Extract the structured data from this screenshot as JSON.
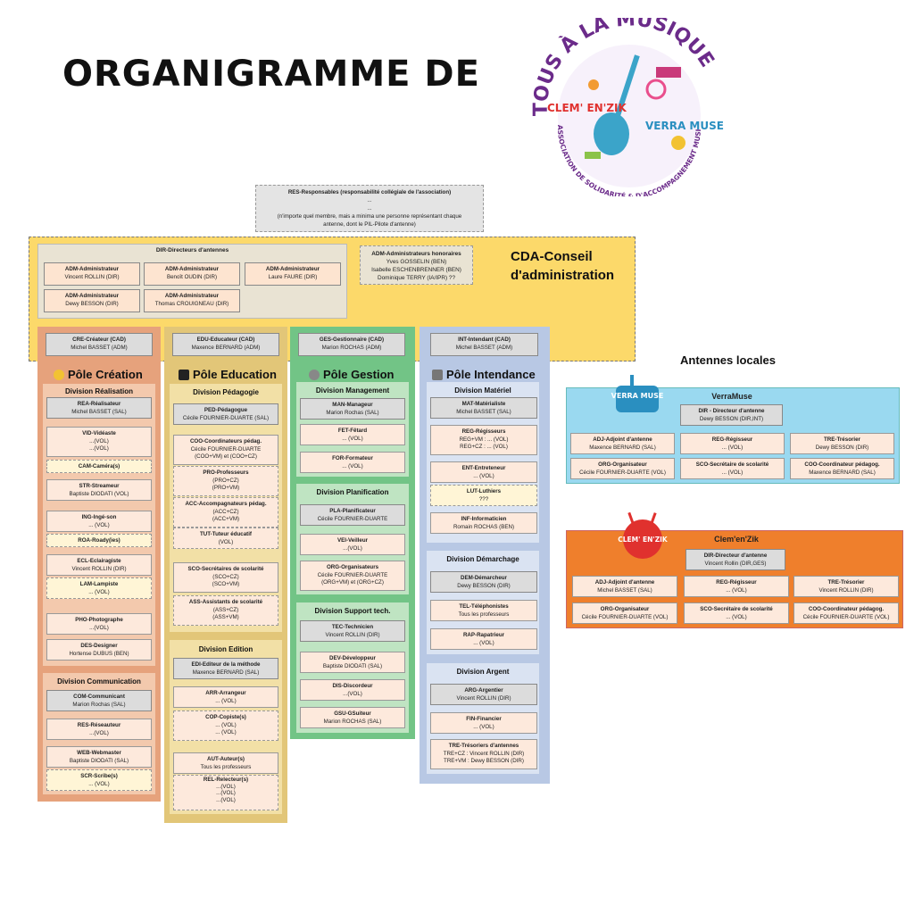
{
  "title": "ORGANIGRAMME DE",
  "logo": {
    "arc_text": "TOUS À LA MUSIQUE",
    "clem": "CLEM' EN'ZIK",
    "verra": "VERRA MUSE",
    "bottom_arc": "ASSOCIATION DE SOLIDARITÉ & D'ACCOMPAGNEMENT MUSICAL"
  },
  "res": {
    "title": "RES-Responsables (responsabilité collégiale de l'association)",
    "line1": "...",
    "line2": "...",
    "line3": "(n'importe quel membre, mais a minima une personne représentant chaque",
    "line4": "antenne, dont le PIL-Pilote d'antenne)"
  },
  "cda": {
    "title_line1": "CDA-Conseil",
    "title_line2": "d'administration",
    "dir_title": "DIR-Directeurs d'antennes",
    "admins": [
      {
        "role": "ADM-Administrateur",
        "name": "Vincent ROLLIN (DIR)"
      },
      {
        "role": "ADM-Administrateur",
        "name": "Benoît OUDIN (DIR)"
      },
      {
        "role": "ADM-Administrateur",
        "name": "Laure FAURE (DIR)"
      },
      {
        "role": "ADM-Administrateur",
        "name": "Dewy BESSON (DIR)"
      },
      {
        "role": "ADM-Administrateur",
        "name": "Thomas CROUIGNEAU (DIR)"
      }
    ],
    "honorary": {
      "title": "ADM-Administrateurs honoraires",
      "l1": "Yves GOSSELIN (BEN)",
      "l2": "Isabelle ESCHENBRENNER (BEN)",
      "l3": "Dominique TERRY (IA/IPR) ??"
    },
    "leads": [
      {
        "role": "CRE-Créateur (CAD)",
        "name": "Michel BASSET (ADM)"
      },
      {
        "role": "EDU-Educateur (CAD)",
        "name": "Maxence BERNARD (ADM)"
      },
      {
        "role": "GES-Gestionnaire (CAD)",
        "name": "Marion ROCHAS (ADM)"
      },
      {
        "role": "INT-Intendant (CAD)",
        "name": "Michel BASSET (ADM)"
      }
    ]
  },
  "poles": {
    "creation": {
      "title": "Pôle Création",
      "div1": "Division Réalisation",
      "div1_items": [
        {
          "role": "REA-Réalisateur",
          "name": "Michel BASSET (SAL)"
        },
        {
          "role": "VID-Vidéaste",
          "name": "...(VOL)",
          "name2": "...(VOL)"
        },
        {
          "role": "CAM-Caméra(s)",
          "name": ""
        },
        {
          "role": "STR-Streameur",
          "name": "Baptiste DIODATI (VOL)"
        },
        {
          "role": "ING-Ingé-son",
          "name": "... (VOL)"
        },
        {
          "role": "ROA-Roady(ies)",
          "name": ""
        },
        {
          "role": "ECL-Eclairagiste",
          "name": "Vincent ROLLIN (DIR)"
        },
        {
          "role": "LAM-Lampiste",
          "name": "... (VOL)"
        },
        {
          "role": "PHO-Photographe",
          "name": "...(VOL)"
        },
        {
          "role": "DES-Designer",
          "name": "Hortense DUBUS (BEN)"
        }
      ],
      "div2": "Division Communication",
      "div2_items": [
        {
          "role": "COM-Communicant",
          "name": "Marion Rochas (SAL)"
        },
        {
          "role": "RES-Réseauteur",
          "name": "...(VOL)"
        },
        {
          "role": "WEB-Webmaster",
          "name": "Baptiste DIODATI (SAL)"
        },
        {
          "role": "SCR-Scribe(s)",
          "name": "... (VOL)"
        }
      ]
    },
    "education": {
      "title": "Pôle Education",
      "div1": "Division Pédagogie",
      "div1_items": [
        {
          "role": "PED-Pédagogue",
          "name": "Cécile FOURNIER-DUARTE (SAL)"
        },
        {
          "role": "COO-Coordinateurs pédag.",
          "name": "Cécile FOURNIER-DUARTE",
          "name2": "(COO+VM) et (COO+CZ)"
        },
        {
          "role": "PRO-Professeurs",
          "name": "(PRO+CZ)",
          "name2": "(PRO+VM)"
        },
        {
          "role": "ACC-Accompagnateurs pédag.",
          "name": "(ACC+CZ)",
          "name2": "(ACC+VM)"
        },
        {
          "role": "TUT-Tuteur éducatif",
          "name": "(VOL)"
        },
        {
          "role": "SCO-Secrétaires de scolarité",
          "name": "(SCO+CZ)",
          "name2": "(SCO+VM)"
        },
        {
          "role": "ASS-Assistants de scolarité",
          "name": "(ASS+CZ)",
          "name2": "(ASS+VM)"
        }
      ],
      "div2": "Division Edition",
      "div2_items": [
        {
          "role": "EDI-Editeur de la méthode",
          "name": "Maxence BERNARD (SAL)"
        },
        {
          "role": "ARR-Arrangeur",
          "name": "... (VOL)"
        },
        {
          "role": "COP-Copiste(s)",
          "name": "... (VOL)",
          "name2": "... (VOL)"
        },
        {
          "role": "AUT-Auteur(s)",
          "name": "Tous les professeurs"
        },
        {
          "role": "REL-Relecteur(s)",
          "name": "...(VOL)",
          "name2": "...(VOL)",
          "name3": "...(VOL)"
        }
      ]
    },
    "gestion": {
      "title": "Pôle Gestion",
      "div1": "Division Management",
      "div1_items": [
        {
          "role": "MAN-Manageur",
          "name": "Marion Rochas (SAL)"
        },
        {
          "role": "FET-Fêtard",
          "name": "... (VOL)"
        },
        {
          "role": "FOR-Formateur",
          "name": "... (VOL)"
        }
      ],
      "div2": "Division Planification",
      "div2_items": [
        {
          "role": "PLA-Planificateur",
          "name": "Cécile FOURNIER-DUARTE"
        },
        {
          "role": "VEI-Veilleur",
          "name": "...(VOL)"
        },
        {
          "role": "ORG-Organisateurs",
          "name": "Cécile FOURNIER-DUARTE",
          "name2": "(ORG+VM) et (ORG+CZ)"
        }
      ],
      "div3": "Division Support tech.",
      "div3_items": [
        {
          "role": "TEC-Technicien",
          "name": "Vincent ROLLIN (DIR)"
        },
        {
          "role": "DEV-Développeur",
          "name": "Baptiste DIODATI (SAL)"
        },
        {
          "role": "DIS-Discordeur",
          "name": "...(VOL)"
        },
        {
          "role": "GSU-GSuiteur",
          "name": "Marion ROCHAS (SAL)"
        }
      ]
    },
    "intendance": {
      "title": "Pôle Intendance",
      "div1": "Division Matériel",
      "div1_items": [
        {
          "role": "MAT-Matérialiste",
          "name": "Michel BASSET (SAL)"
        },
        {
          "role": "REG-Régisseurs",
          "name": "REG+VM : ... (VOL)",
          "name2": "REG+CZ : ... (VOL)"
        },
        {
          "role": "ENT-Entreteneur",
          "name": "... (VOL)"
        },
        {
          "role": "LUT-Luthiers",
          "name": "???"
        },
        {
          "role": "INF-Informaticien",
          "name": "Romain ROCHAS (BEN)"
        }
      ],
      "div2": "Division Démarchage",
      "div2_items": [
        {
          "role": "DEM-Démarcheur",
          "name": "Dewy BESSON (DIR)"
        },
        {
          "role": "TEL-Téléphonistes",
          "name": "Tous les professeurs"
        },
        {
          "role": "RAP-Rapatrieur",
          "name": "... (VOL)"
        }
      ],
      "div3": "Division Argent",
      "div3_items": [
        {
          "role": "ARG-Argentier",
          "name": "Vincent ROLLIN (DIR)"
        },
        {
          "role": "FIN-Financier",
          "name": "... (VOL)"
        },
        {
          "role": "TRE-Trésoriers d'antennes",
          "name": "TRE+CZ : Vincent ROLLIN (DIR)",
          "name2": "TRE+VM : Dewy BESSON (DIR)"
        }
      ]
    }
  },
  "antennes": {
    "title": "Antennes locales",
    "verramuse": {
      "name": "VerraMuse",
      "logo_text": "VERRA MUSE",
      "dir": {
        "role": "DIR - Directeur d'antenne",
        "name": "Dewy BESSON (DIR,INT)"
      },
      "cards": [
        {
          "role": "ADJ-Adjoint d'antenne",
          "name": "Maxence BERNARD (SAL)"
        },
        {
          "role": "REG-Régisseur",
          "name": "... (VOL)"
        },
        {
          "role": "TRE-Trésorier",
          "name": "Dewy BESSON (DIR)"
        },
        {
          "role": "ORG-Organisateur",
          "name": "Cécile FOURNIER-DUARTE (VOL)"
        },
        {
          "role": "SCO-Secrétaire de scolarité",
          "name": "... (VOL)"
        },
        {
          "role": "COO-Coordinateur pédagog.",
          "name": "Maxence BERNARD (SAL)"
        }
      ]
    },
    "clemenzik": {
      "name": "Clem'en'Zik",
      "logo_text": "CLEM' EN'ZIK",
      "dir": {
        "role": "DIR-Directeur d'antenne",
        "name": "Vincent Rollin (DIR,GES)"
      },
      "cards": [
        {
          "role": "ADJ-Adjoint d'antenne",
          "name": "Michel BASSET (SAL)"
        },
        {
          "role": "REG-Régisseur",
          "name": "... (VOL)"
        },
        {
          "role": "TRE-Trésorier",
          "name": "Vincent ROLLIN (DIR)"
        },
        {
          "role": "ORG-Organisateur",
          "name": "Cécile FOURNIER-DUARTE (VOL)"
        },
        {
          "role": "SCO-Secrétaire de scolarité",
          "name": "... (VOL)"
        },
        {
          "role": "COO-Coordinateur pédagog.",
          "name": "Cécile FOURNIER-DUARTE (VOL)"
        }
      ]
    }
  }
}
